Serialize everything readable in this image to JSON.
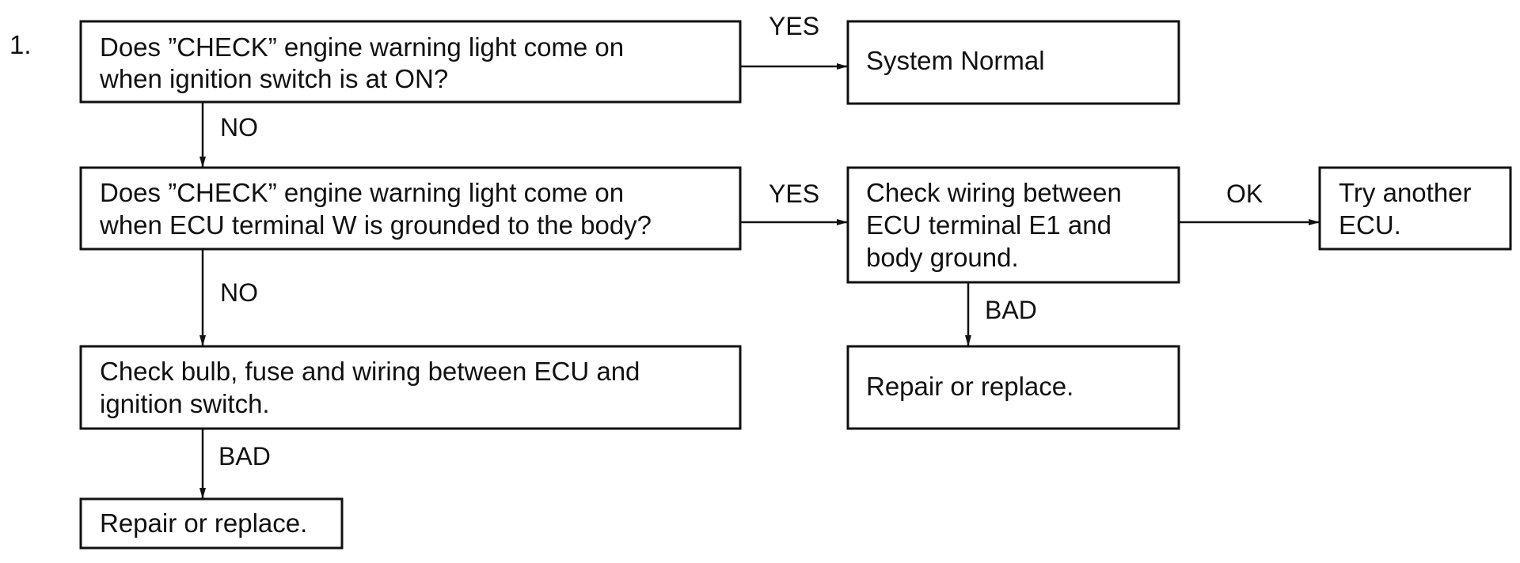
{
  "step_number": "1.",
  "boxes": {
    "q1": [
      "Does ”CHECK” engine warning light come on",
      "when ignition switch is at ON?"
    ],
    "normal": [
      "System Normal"
    ],
    "q2": [
      "Does ”CHECK” engine warning light come on",
      "when ECU terminal W is grounded to the body?"
    ],
    "check_wiring": [
      "Check wiring between",
      "ECU terminal E1 and",
      "body ground."
    ],
    "try_ecu": [
      "Try another",
      "ECU."
    ],
    "check_bulb": [
      "Check bulb, fuse and wiring between ECU and",
      "ignition switch."
    ],
    "repair_right": [
      "Repair or replace."
    ],
    "repair_left": [
      "Repair or replace."
    ]
  },
  "labels": {
    "yes_1": "YES",
    "no_1": "NO",
    "yes_2": "YES",
    "ok": "OK",
    "no_2": "NO",
    "bad_right": "BAD",
    "bad_left": "BAD"
  }
}
